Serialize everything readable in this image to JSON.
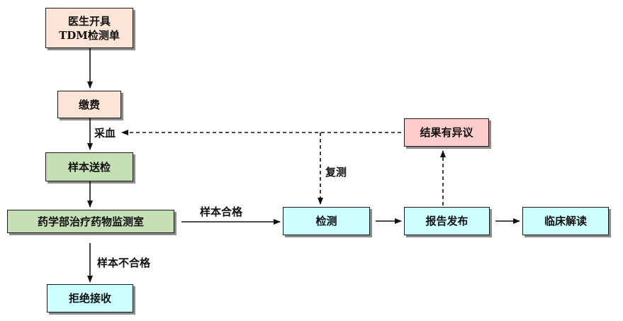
{
  "colors": {
    "peach": "#fce4d6",
    "green": "#c5e0b4",
    "cyan": "#ccffff",
    "pink": "#ffcccc"
  },
  "nodes": {
    "doctor_order_line1": "医生开具",
    "doctor_order_line2": "TDM检测单",
    "payment": "缴费",
    "sample_delivery": "样本送检",
    "pharmacy_lab": "药学部治疗药物监测室",
    "reject": "拒绝接收",
    "testing": "检测",
    "report_release": "报告发布",
    "clinical_interpretation": "临床解读",
    "result_dispute": "结果有异议"
  },
  "edge_labels": {
    "blood_draw": "采血",
    "sample_qualified": "样本合格",
    "sample_unqualified": "样本不合格",
    "retest": "复测"
  }
}
